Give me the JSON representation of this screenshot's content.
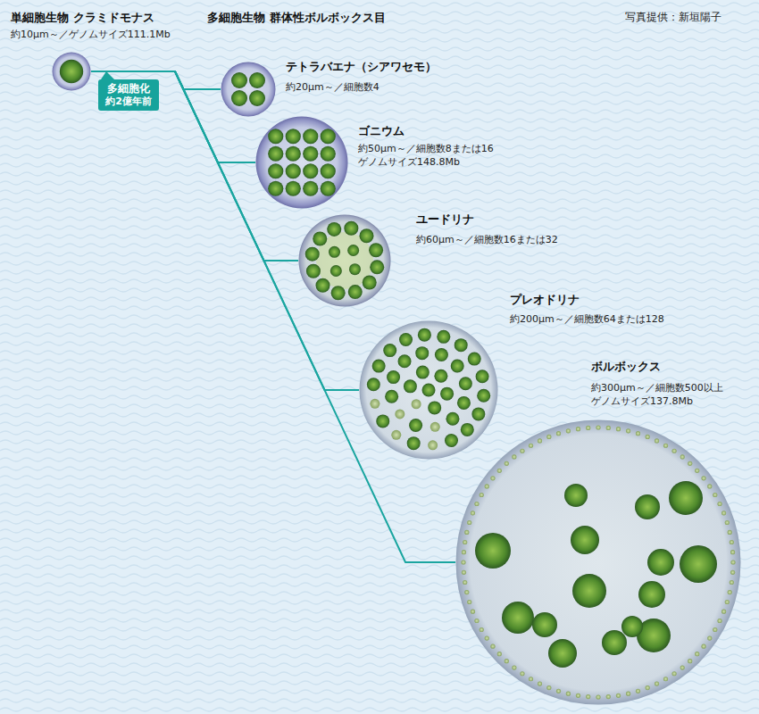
{
  "diagram": {
    "nodes": [
      {
        "text": [
          "単細胞生物 クラミドモナス",
          "約10μm～／ゲノムサイズ111.1Mb"
        ]
      },
      {
        "text": [
          "多細胞化",
          "約2億年前"
        ]
      },
      {
        "text": [
          "テトラバエナ（シアワセモ）",
          "約20μm～／細胞数4"
        ]
      },
      {
        "text": [
          "ゴニウム",
          "約50μm～／細胞数8または16",
          "ゲノムサイズ148.8Mb"
        ]
      },
      {
        "text": [
          "ユードリナ",
          "約60μm～／細胞数16または32"
        ]
      },
      {
        "text": [
          "プレオドリナ",
          "約200μm～／細胞数64または128"
        ]
      },
      {
        "text": [
          "ボルボックス",
          "約300μm～／細胞数500以上",
          "ゲノムサイズ137.8Mb"
        ]
      }
    ],
    "edges": [
      {
        "from": 0,
        "to": 2,
        "arrow": "none"
      },
      {
        "from": 0,
        "to": 3,
        "arrow": "none"
      },
      {
        "from": 0,
        "to": 4,
        "arrow": "none"
      },
      {
        "from": 0,
        "to": 5,
        "arrow": "none"
      },
      {
        "from": 0,
        "to": 6,
        "arrow": "none"
      }
    ],
    "labels": [
      "多細胞生物 群体性ボルボックス目",
      "写真提供：新垣陽子"
    ]
  }
}
